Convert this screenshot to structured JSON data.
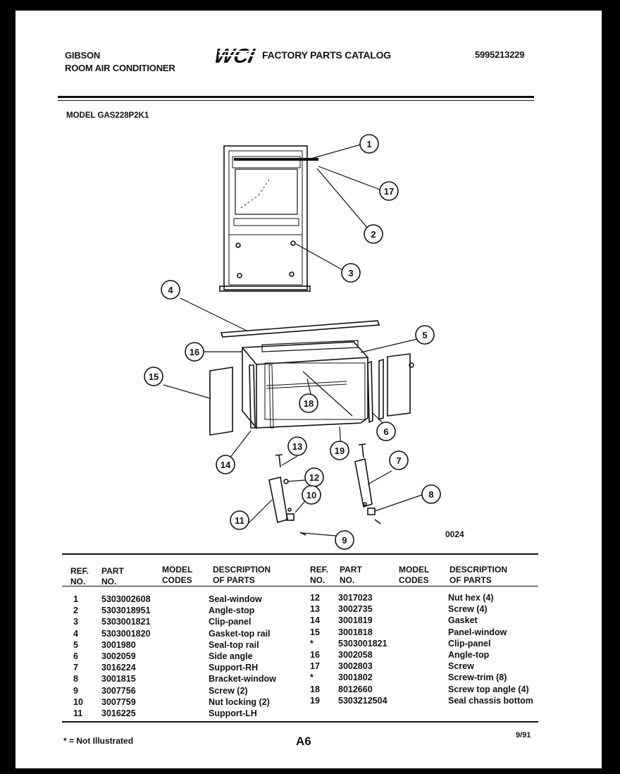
{
  "header": {
    "brand_line1": "GIBSON",
    "brand_line2": "ROOM AIR CONDITIONER",
    "logo_text": "WCI",
    "catalog_title": "FACTORY PARTS CATALOG",
    "document_number": "5995213229"
  },
  "model_label": "MODEL GAS228P2K1",
  "diagram": {
    "figure_code": "0024",
    "callouts": [
      "1",
      "2",
      "3",
      "4",
      "5",
      "6",
      "7",
      "8",
      "9",
      "10",
      "11",
      "12",
      "13",
      "14",
      "15",
      "16",
      "17",
      "18",
      "19"
    ]
  },
  "table_headers": {
    "ref_no": "REF.\nNO.",
    "part_no": "PART\nNO.",
    "model_codes": "MODEL\nCODES",
    "description": "DESCRIPTION\nOF PARTS"
  },
  "parts_left": [
    {
      "ref": "1",
      "part": "5303002608",
      "desc": "Seal-window"
    },
    {
      "ref": "2",
      "part": "5303018951",
      "desc": "Angle-stop"
    },
    {
      "ref": "3",
      "part": "5303001821",
      "desc": "Clip-panel"
    },
    {
      "ref": "4",
      "part": "5303001820",
      "desc": "Gasket-top rail"
    },
    {
      "ref": "5",
      "part": "3001980",
      "desc": "Seal-top rail"
    },
    {
      "ref": "6",
      "part": "3002059",
      "desc": "Side angle"
    },
    {
      "ref": "7",
      "part": "3016224",
      "desc": "Support-RH"
    },
    {
      "ref": "8",
      "part": "3001815",
      "desc": "Bracket-window"
    },
    {
      "ref": "9",
      "part": "3007756",
      "desc": "Screw (2)"
    },
    {
      "ref": "10",
      "part": "3007759",
      "desc": "Nut locking (2)"
    },
    {
      "ref": "11",
      "part": "3016225",
      "desc": "Support-LH"
    }
  ],
  "parts_right": [
    {
      "ref": "12",
      "part": "3017023",
      "desc": "Nut hex (4)"
    },
    {
      "ref": "13",
      "part": "3002735",
      "desc": "Screw (4)"
    },
    {
      "ref": "14",
      "part": "3001819",
      "desc": "Gasket"
    },
    {
      "ref": "15",
      "part": "3001818",
      "desc": "Panel-window"
    },
    {
      "ref": "*",
      "part": "5303001821",
      "desc": "Clip-panel"
    },
    {
      "ref": "16",
      "part": "3002058",
      "desc": "Angle-top"
    },
    {
      "ref": "17",
      "part": "3002803",
      "desc": "Screw"
    },
    {
      "ref": "*",
      "part": "3001802",
      "desc": "Screw-trim (8)"
    },
    {
      "ref": "18",
      "part": "8012660",
      "desc": "Screw top angle (4)"
    },
    {
      "ref": "19",
      "part": "5303212504",
      "desc": "Seal chassis bottom"
    }
  ],
  "footer": {
    "note": "* = Not Illustrated",
    "page_number": "A6",
    "date": "9/91"
  }
}
